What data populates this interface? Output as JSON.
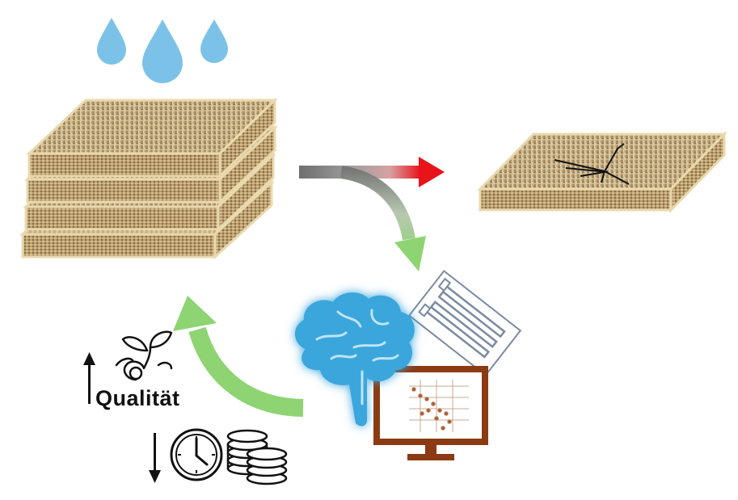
{
  "labels": {
    "quality": "Qualität"
  },
  "icons": {
    "rain": "water-drops-icon",
    "stack": "laminate-stack",
    "damaged": "cracked-panel",
    "sensor": "strain-gauge-icon",
    "brain": "brain-icon",
    "monitor": "monitor-icon",
    "plant": "seedling-icon",
    "clock": "clock-icon",
    "coins": "coins-icon"
  },
  "colors": {
    "drop": "#7cc2e8",
    "fabric": "#c9b48a",
    "fabric_edge": "#e8d9b0",
    "arrow_red": "#e8141a",
    "arrow_green": "#8ed472",
    "arrow_gray": "#7a7a7a",
    "brain": "#3aa6dc",
    "monitor": "#8b3a12"
  }
}
